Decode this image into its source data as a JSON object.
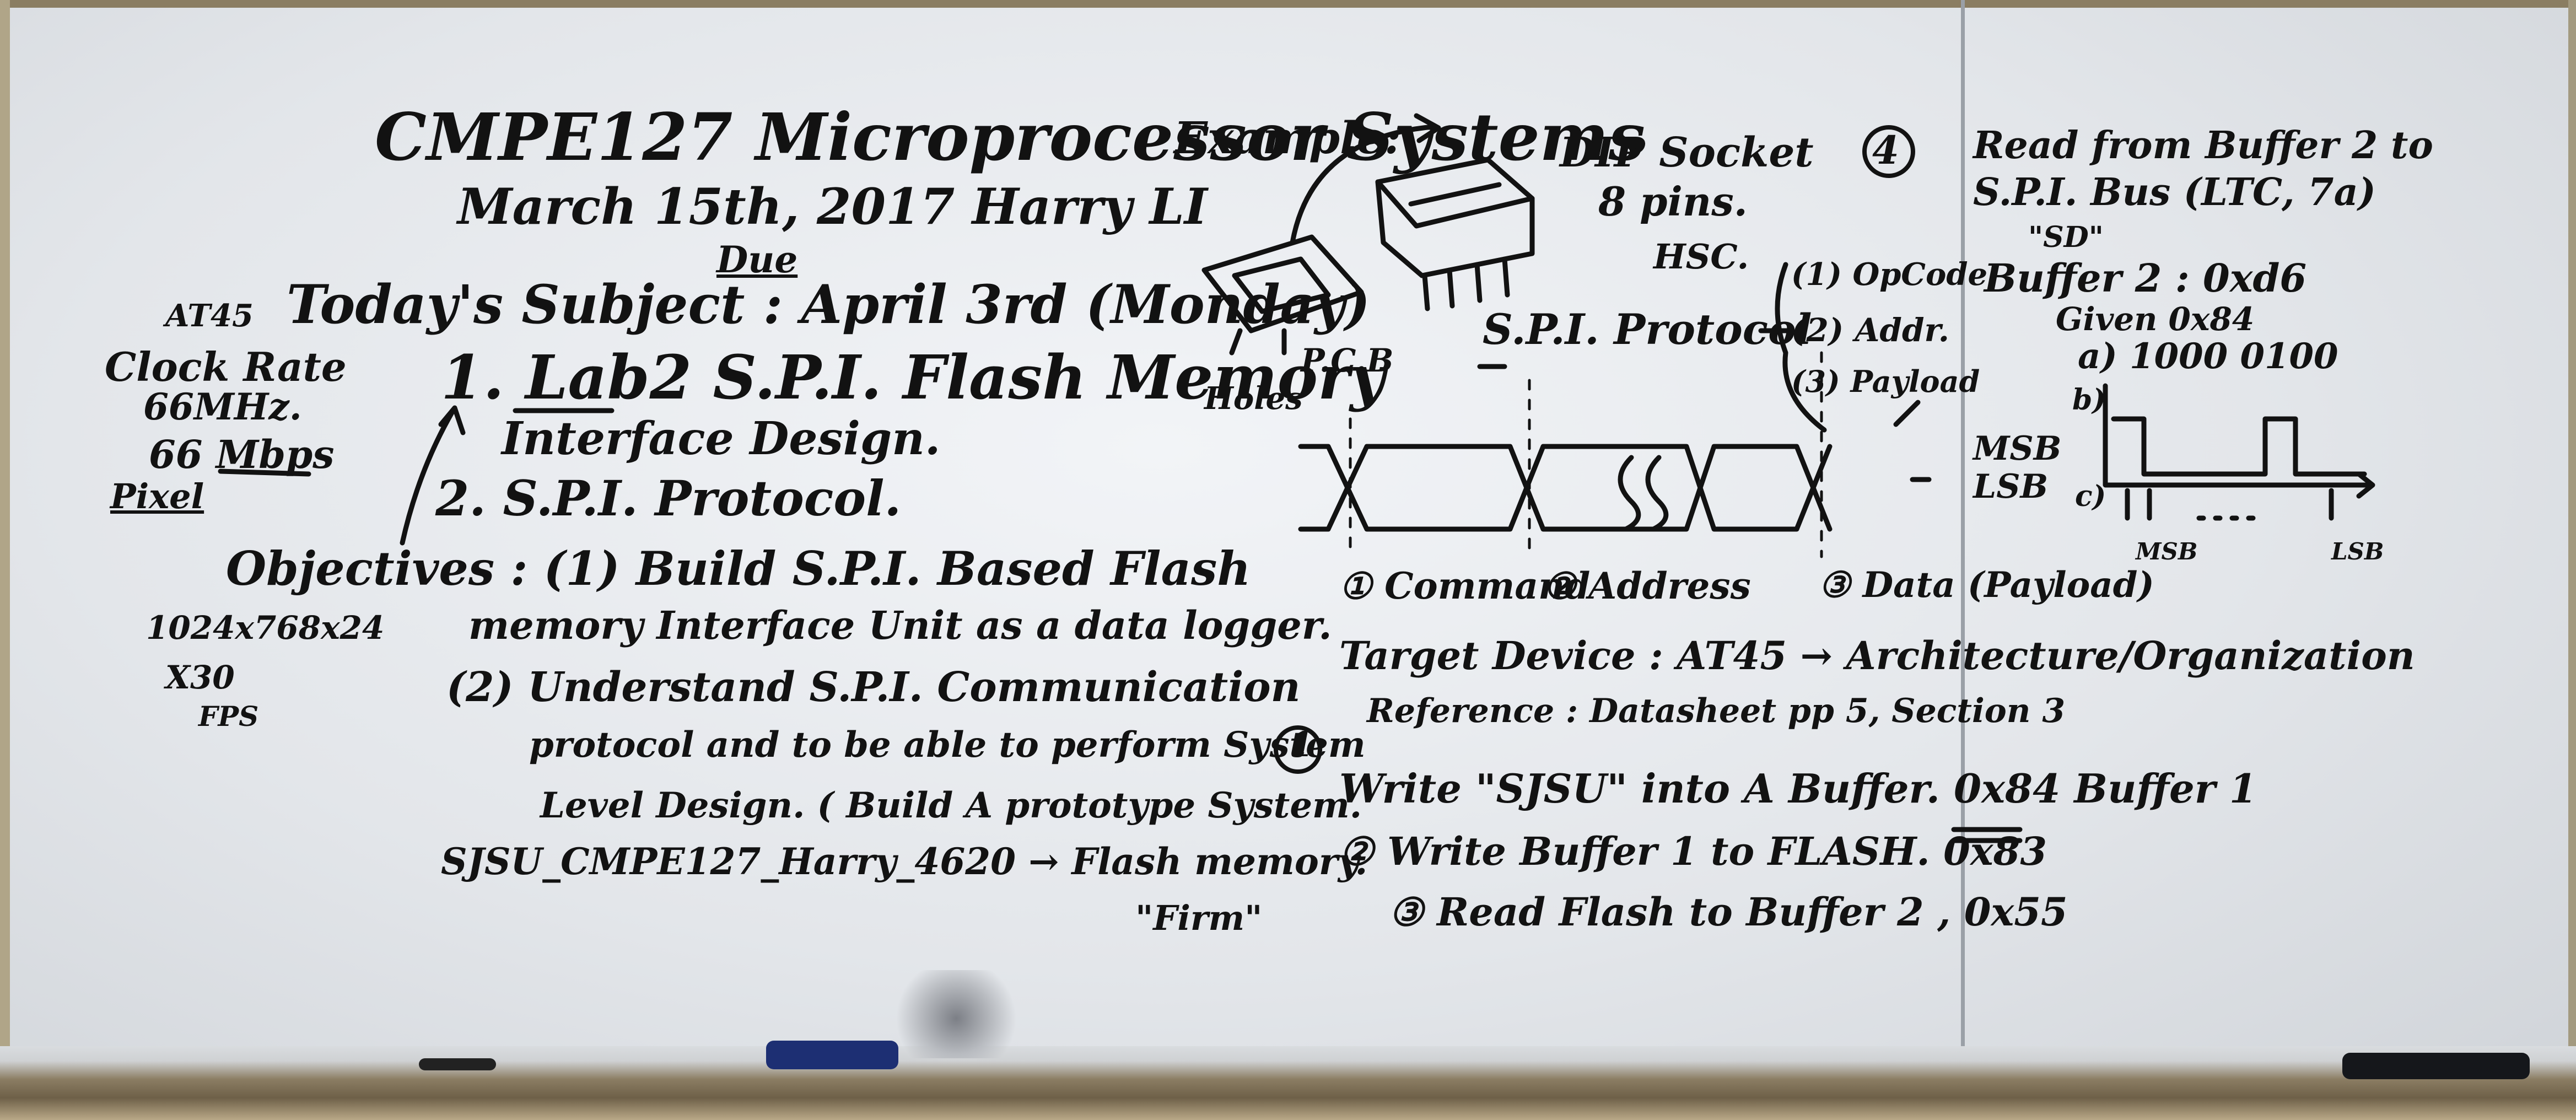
{
  "board": {
    "title": "CMPE127 Microprocessor Systems",
    "date_author": "March 15th, 2017   Harry LI",
    "due_label": "Due",
    "subject": "Today's Subject : April 3rd (Monday)",
    "at45": "AT45",
    "clock_rate": "Clock Rate",
    "mhz": "66MHz.",
    "mbps": "66 Mbps",
    "pixel": "Pixel",
    "resolution": "1024x768x24",
    "x30": "X30",
    "fps": "FPS",
    "item1": "1. Lab2 S.P.I. Flash Memory",
    "item1b": "Interface Design.",
    "item2": "2. S.P.I. Protocol.",
    "obj1": "Objectives : (1) Build S.P.I. Based Flash",
    "obj1b": "memory Interface Unit as a data logger.",
    "obj2": "(2) Understand S.P.I. Communication",
    "obj2b": "protocol and to be able to perform System",
    "obj2c": "Level Design. ( Build A prototype System.",
    "sjsu": "SJSU_CMPE127_Harry_4620 → Flash memory.",
    "firm": "\"Firm\"",
    "example": "Example:",
    "dip1": "DIP Socket",
    "dip2": "8 pins.",
    "dip3": "HSC.",
    "pcb": "P.C.B",
    "holes": "Holes",
    "four": "4",
    "spi_protocol": "S.P.I. Protocol",
    "opcode": "(1) OpCode",
    "addr": "(2) Addr.",
    "payload": "(3) Payload",
    "command": "① Command",
    "address": "② Address",
    "data": "③ Data (Payload)",
    "target": "Target Device : AT45 → Architecture/Organization",
    "reference": "Reference : Datasheet pp 5, Section 3",
    "step_one": "1",
    "write1": "Write \"SJSU\" into A Buffer.  0x84 Buffer 1",
    "write2": "② Write Buffer 1 to FLASH.  0x83",
    "read3": "③ Read Flash to Buffer 2 ,  0x55",
    "read_buf1": "Read from Buffer 2 to",
    "read_buf2": "S.P.I. Bus (LTC, 7a)",
    "sd": "\"SD\"",
    "buffer2": "Buffer 2  : 0xd6",
    "given": "Given 0x84",
    "bits": "a) 1000 0100",
    "b_label": "b)",
    "c_label": "c)",
    "msb_lsb": "MSB\nLSB",
    "msb_small": "MSB",
    "lsb_small": "LSB",
    "ink_color": "#121212"
  }
}
